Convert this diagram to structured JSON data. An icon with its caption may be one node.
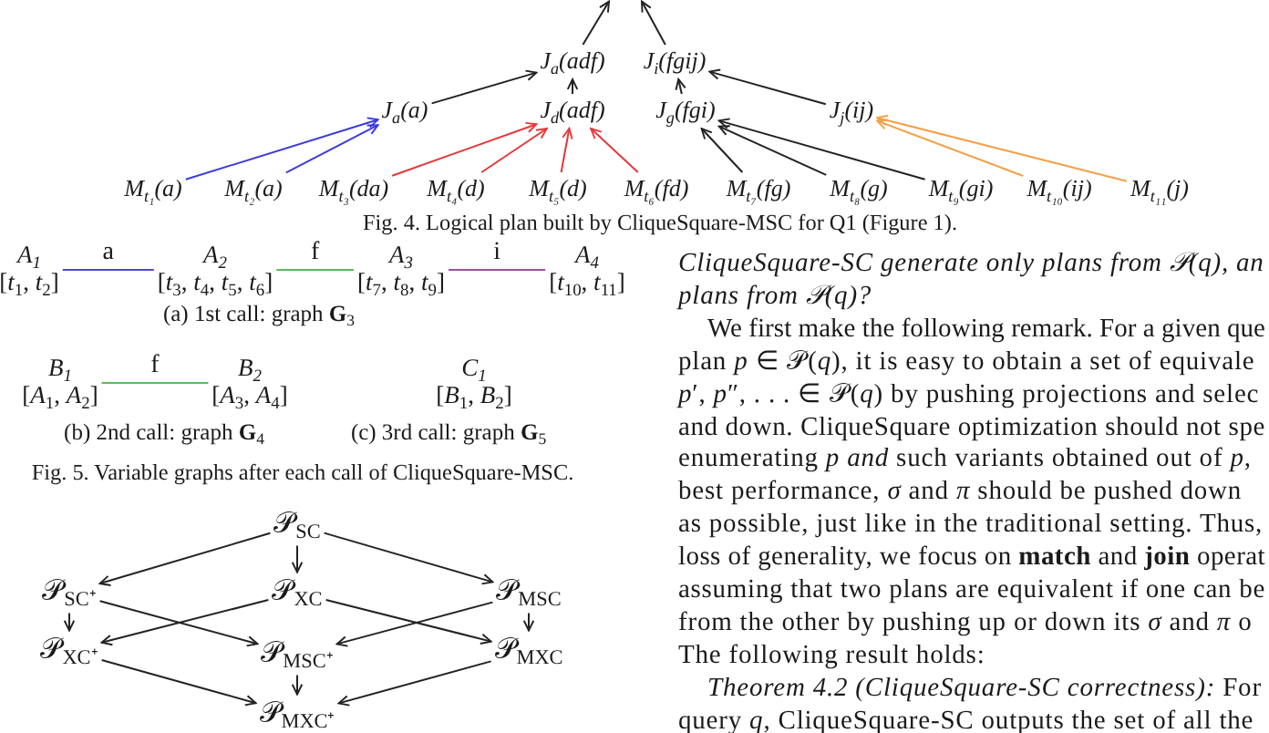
{
  "diagram": {
    "nodes": [
      {
        "text": [
          "J$_{a}$(adf)"
        ]
      },
      {
        "text": [
          "J$_{i}$(fgij)"
        ]
      },
      {
        "text": [
          "J$_{a}$(a)"
        ]
      },
      {
        "text": [
          "J$_{d}$(adf)"
        ]
      },
      {
        "text": [
          "J$_{g}$(fgi)"
        ]
      },
      {
        "text": [
          "J$_{j}$(ij)"
        ]
      },
      {
        "text": [
          "M$_{t₁}$(a)"
        ]
      },
      {
        "text": [
          "M$_{t₂}$(a)"
        ]
      },
      {
        "text": [
          "M$_{t₃}$(da)"
        ]
      },
      {
        "text": [
          "M$_{t₄}$(d)"
        ]
      },
      {
        "text": [
          "M$_{t₅}$(d)"
        ]
      },
      {
        "text": [
          "M$_{t₆}$(fd)"
        ]
      },
      {
        "text": [
          "M$_{t₇}$(fg)"
        ]
      },
      {
        "text": [
          "M$_{t₈}$(g)"
        ]
      },
      {
        "text": [
          "M$_{t₉}$(gi)"
        ]
      },
      {
        "text": [
          "M$_{t₁₀}$(ij)"
        ]
      },
      {
        "text": [
          "M$_{t₁₁}$(j)"
        ]
      },
      {
        "text": [
          "A$_{1}$",
          "[*t*$_{1}$, *t*$_{2}$]"
        ]
      },
      {
        "text": [
          "A$_{2}$",
          "[*t*$_{3}$, *t*$_{4}$, *t*$_{5}$, *t*$_{6}$]"
        ]
      },
      {
        "text": [
          "A$_{3}$",
          "[*t*$_{7}$, *t*$_{8}$, *t*$_{9}$]"
        ]
      },
      {
        "text": [
          "A$_{4}$",
          "[*t*$_{10}$, *t*$_{11}$]"
        ]
      },
      {
        "text": [
          "B$_{1}$",
          "[*A*$_{1}$, *A*$_{2}$]"
        ]
      },
      {
        "text": [
          "B$_{2}$",
          "[*A*$_{3}$, *A*$_{4}$]"
        ]
      },
      {
        "text": [
          "C$_{1}$",
          "[*B*$_{1}$, *B*$_{2}$]"
        ]
      },
      {
        "text": [
          "𝒫$_{SC}$"
        ]
      },
      {
        "text": [
          "𝒫$_{SC⁺}$"
        ]
      },
      {
        "text": [
          "𝒫$_{XC}$"
        ]
      },
      {
        "text": [
          "𝒫$_{MSC}$"
        ]
      },
      {
        "text": [
          "𝒫$_{XC⁺}$"
        ]
      },
      {
        "text": [
          "𝒫$_{MSC⁺}$"
        ]
      },
      {
        "text": [
          "𝒫$_{MXC}$"
        ]
      },
      {
        "text": [
          "𝒫$_{MXC⁺}$"
        ]
      }
    ],
    "edges": [
      {
        "from": 6,
        "to": 2,
        "arrow": "to",
        "color": "#3b3bdc"
      },
      {
        "from": 7,
        "to": 2,
        "arrow": "to",
        "color": "#3b3bdc"
      },
      {
        "from": 8,
        "to": 3,
        "arrow": "to",
        "color": "#e5383b"
      },
      {
        "from": 9,
        "to": 3,
        "arrow": "to",
        "color": "#e5383b"
      },
      {
        "from": 10,
        "to": 3,
        "arrow": "to",
        "color": "#e5383b"
      },
      {
        "from": 11,
        "to": 3,
        "arrow": "to",
        "color": "#e5383b"
      },
      {
        "from": 12,
        "to": 4,
        "arrow": "to"
      },
      {
        "from": 13,
        "to": 4,
        "arrow": "to"
      },
      {
        "from": 14,
        "to": 4,
        "arrow": "to"
      },
      {
        "from": 15,
        "to": 5,
        "arrow": "to",
        "color": "#f2a24a"
      },
      {
        "from": 16,
        "to": 5,
        "arrow": "to",
        "color": "#f2a24a"
      },
      {
        "from": 2,
        "to": 0,
        "arrow": "to"
      },
      {
        "from": 3,
        "to": 0,
        "arrow": "to"
      },
      {
        "from": 4,
        "to": 1,
        "arrow": "to"
      },
      {
        "from": 5,
        "to": 1,
        "arrow": "to"
      },
      {
        "from": 0,
        "to": null,
        "arrow": "to"
      },
      {
        "from": 1,
        "to": null,
        "arrow": "to"
      },
      {
        "from": 17,
        "to": 18,
        "arrow": "none",
        "label": "a",
        "color": "#4a4ad8"
      },
      {
        "from": 18,
        "to": 19,
        "arrow": "none",
        "label": "f",
        "color": "#5cb85c"
      },
      {
        "from": 19,
        "to": 20,
        "arrow": "none",
        "label": "i",
        "color": "#a04fa0"
      },
      {
        "from": 21,
        "to": 22,
        "arrow": "none",
        "label": "f",
        "color": "#5cb85c"
      },
      {
        "from": 24,
        "to": 25,
        "arrow": "to"
      },
      {
        "from": 24,
        "to": 26,
        "arrow": "to"
      },
      {
        "from": 24,
        "to": 27,
        "arrow": "to"
      },
      {
        "from": 25,
        "to": 28,
        "arrow": "to"
      },
      {
        "from": 25,
        "to": 29,
        "arrow": "to"
      },
      {
        "from": 26,
        "to": 28,
        "arrow": "to"
      },
      {
        "from": 26,
        "to": 30,
        "arrow": "to"
      },
      {
        "from": 27,
        "to": 29,
        "arrow": "to"
      },
      {
        "from": 27,
        "to": 30,
        "arrow": "to"
      },
      {
        "from": 28,
        "to": 31,
        "arrow": "to"
      },
      {
        "from": 29,
        "to": 31,
        "arrow": "to"
      },
      {
        "from": 30,
        "to": 31,
        "arrow": "to"
      }
    ],
    "labels": [
      "Fig. 4. Logical plan built by CliqueSquare-MSC for Q1 (Figure 1).",
      "(a) 1st call: graph **G**$_{3}$",
      "(b) 2nd call: graph **G**$_{4}$",
      "(c) 3rd call: graph **G**$_{5}$",
      "Fig. 5. Variable graphs after each call of CliqueSquare-MSC.",
      "CliqueSquare-SC generate only plans from 𝒫(q), an",
      "plans from 𝒫(q)?",
      "We first make the following remark. For a given que",
      "plan *p* ∈ 𝒫(*q*), it is easy to obtain a set of equivale",
      "*p*′, *p*″, . . . ∈ 𝒫(*q*) by pushing projections and selec",
      "and down. CliqueSquare optimization should not spe",
      "enumerating *p and* such variants obtained out of *p*,",
      "best performance, *σ* and *π* should be pushed down",
      "as possible, just like in the traditional setting. Thus,",
      "loss of generality, we focus on **match** and **join** operat",
      "assuming that two plans are equivalent if one can be",
      "from the other by pushing up or down its *σ* and *π* o",
      "The following result holds:",
      "*Theorem 4.2 (CliqueSquare-SC correctness):* For",
      "query *q*, CliqueSquare-SC outputs the set of all the"
    ]
  }
}
